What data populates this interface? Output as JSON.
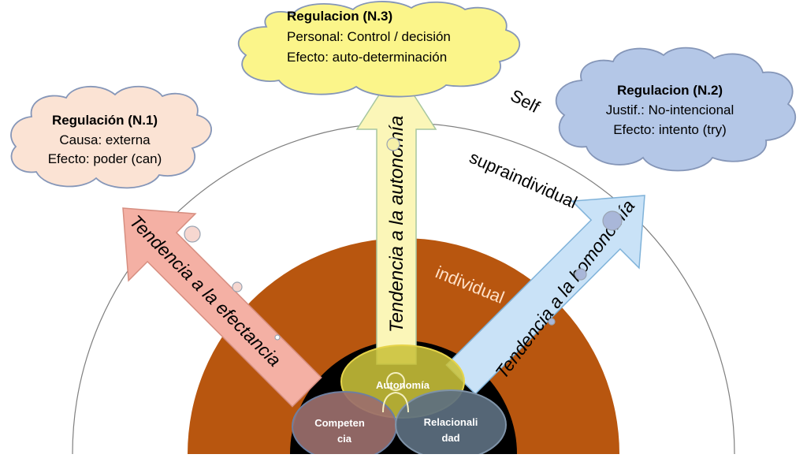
{
  "clouds": {
    "n1": {
      "title": "Regulación (N.1)",
      "line1": "Causa: externa",
      "line2": "Efecto: poder (can)",
      "fill": "#fbe3d4"
    },
    "n3": {
      "title": "Regulacion (N.3)",
      "line1": "Personal: Control / decisión",
      "line2": "Efecto: auto-determinación",
      "fill": "#fbf58a"
    },
    "n2": {
      "title": "Regulacion (N.2)",
      "line1": "Justif.: No-intencional",
      "line2": "Efecto: intento (try)",
      "fill": "#b4c7e7"
    }
  },
  "levels": {
    "self": "Self",
    "supraindividual": "supraindividual",
    "individual": "individual"
  },
  "arrows": {
    "efectancia": {
      "label": "Tendencia a la efectancia",
      "fill": "#f4b0a4"
    },
    "autonomia": {
      "label": "Tendencia a la autonomía",
      "fill": "#fbf6b8"
    },
    "homonomia": {
      "label": "Tendencia a la homonomía",
      "fill": "#c9e2f7"
    }
  },
  "needs": {
    "autonomia": "Autonomía",
    "competencia_1": "Competen",
    "competencia_2": "cia",
    "relacionalidad_1": "Relacionali",
    "relacionalidad_2": "dad"
  },
  "colors": {
    "individual_ring": "#b8560f",
    "core": "#000000",
    "outer_arc": "#7f7f7f"
  }
}
